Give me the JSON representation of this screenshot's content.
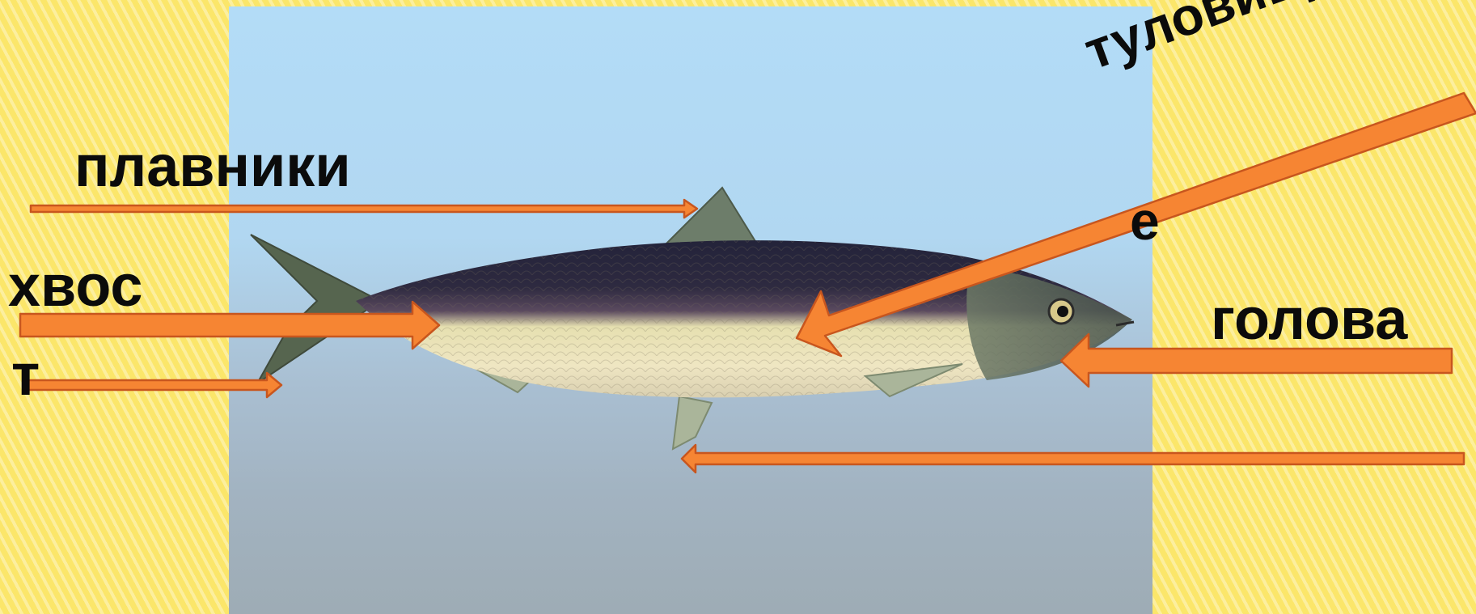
{
  "diagram": {
    "subject": "herring fish",
    "colors": {
      "background": "#fbe66a",
      "arrow_fill": "#f68533",
      "arrow_outline": "#c8561e",
      "label_text": "#0b0b0b"
    },
    "labels": {
      "fins": "плавники",
      "tail_line1": "хвос",
      "tail_line2": "т",
      "head": "голова",
      "body_line1": "туловищ",
      "body_line2": "е"
    }
  }
}
